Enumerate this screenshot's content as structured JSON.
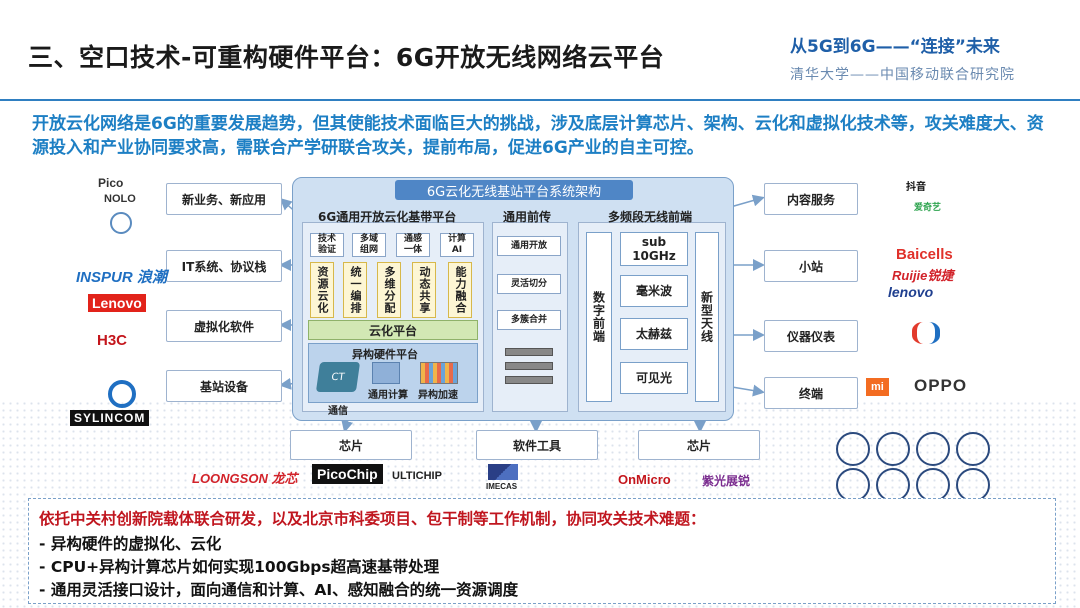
{
  "header": {
    "title": "三、空口技术-可重构硬件平台：6G开放无线网络云平台",
    "brand_line1": "从5G到6G——“连接”未来",
    "brand_line2": "清华大学——中国移动联合研究院"
  },
  "intro": "开放云化网络是6G的重要发展趋势，但其使能技术面临巨大的挑战，涉及底层计算芯片、架构、云化和虚拟化技术等，攻关难度大、资源投入和产业协同要求高，需联合产学研联合攻关，提前布局，促进6G产业的自主可控。",
  "left_boxes": [
    "新业务、新应用",
    "IT系统、协议栈",
    "虚拟化软件",
    "基站设备"
  ],
  "right_boxes": [
    "内容服务",
    "小站",
    "仪器仪表",
    "终端"
  ],
  "bottom_boxes": [
    "芯片",
    "软件工具",
    "芯片"
  ],
  "arch": {
    "title": "6G云化无线基站平台系统架构",
    "baseband_title": "6G通用开放云化基带平台",
    "top_minis": [
      "技术\n验证",
      "多域\n组网",
      "通感\n一体",
      "计算\nAI"
    ],
    "yellow_items": [
      "资源云化",
      "统一编排",
      "多维分配",
      "动态共享",
      "能力融合"
    ],
    "cloud_platform": "云化平台",
    "hetero_title": "异构硬件平台",
    "hetero_labels": [
      "通用计算",
      "异构加速"
    ],
    "comm_label": "通信",
    "chip_text": "CT",
    "fronthaul_title": "通用前传",
    "fronthaul_items": [
      "通用开放",
      "灵活切分",
      "多簇合并"
    ],
    "rf_title": "多频段无线前端",
    "digital_frontend": "数字前端",
    "bands": [
      "sub\n10GHz",
      "毫米波",
      "太赫兹",
      "可见光"
    ],
    "new_antenna": "新型天线"
  },
  "logos_left": [
    "Pico",
    "NOLO",
    "INSPUR 浪潮",
    "Lenovo",
    "H3C",
    "SYLINCOM"
  ],
  "logos_right": [
    "抖音",
    "爱奇艺",
    "Baicells",
    "Ruijie锐捷",
    "lenovo",
    "mi",
    "OPPO"
  ],
  "logos_bottom": [
    "LOONGSON 龙芯",
    "PicoChip",
    "ULTICHIP",
    "IMECAS",
    "OnMicro",
    "紫光展锐"
  ],
  "bottom": {
    "heading": "依托中关村创新院载体联合研发，以及北京市科委项目、包干制等工作机制，协同攻关技术难题：",
    "items": [
      "-   异构硬件的虚拟化、云化",
      "-   CPU+异构计算芯片如何实现100Gbps超高速基带处理",
      "-   通用灵活接口设计，面向通信和计算、AI、感知融合的统一资源调度"
    ]
  },
  "colors": {
    "accent": "#1d7fc4",
    "alert": "#c0161f",
    "arch_bg": "#cfe0f2"
  }
}
